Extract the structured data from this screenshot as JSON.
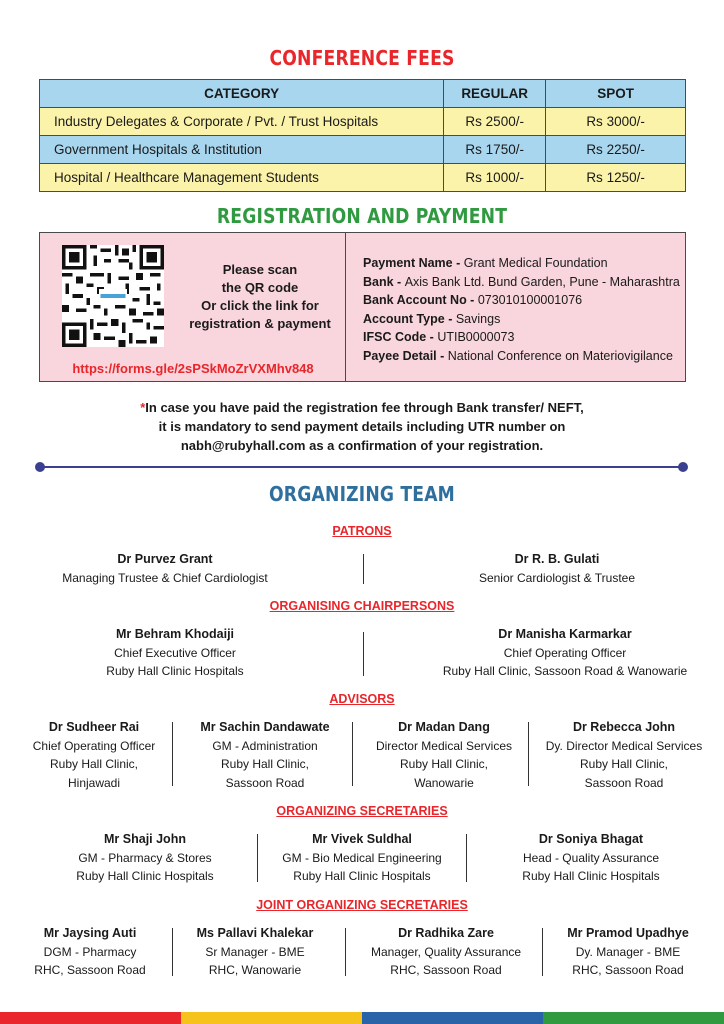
{
  "fees": {
    "title": "CONFERENCE FEES",
    "headers": [
      "CATEGORY",
      "REGULAR",
      "SPOT"
    ],
    "rows": [
      {
        "category": "Industry Delegates & Corporate / Pvt. / Trust Hospitals",
        "regular": "Rs 2500/-",
        "spot": "Rs 3000/-"
      },
      {
        "category": "Government Hospitals & Institution",
        "regular": "Rs 1750/-",
        "spot": "Rs 2250/-"
      },
      {
        "category": "Hospital / Healthcare Management Students",
        "regular": "Rs 1000/-",
        "spot": "Rs 1250/-"
      }
    ]
  },
  "registration": {
    "title": "REGISTRATION AND PAYMENT",
    "scan_lines": [
      "Please scan",
      "the QR code",
      "Or click the link for",
      "registration & payment"
    ],
    "link": "https://forms.gle/2sPSkMoZrVXMhv848",
    "payment": [
      {
        "label": "Payment Name - ",
        "value": "Grant Medical Foundation"
      },
      {
        "label": "Bank - ",
        "value": "Axis Bank Ltd. Bund Garden, Pune - Maharashtra"
      },
      {
        "label": "Bank Account No - ",
        "value": "073010100001076"
      },
      {
        "label": "Account Type - ",
        "value": "Savings"
      },
      {
        "label": "IFSC Code - ",
        "value": "UTIB0000073"
      },
      {
        "label": "Payee Detail - ",
        "value": "National Conference on Materiovigilance"
      }
    ],
    "notice_star": "*",
    "notice_lines": [
      "In case you have paid the registration fee through Bank transfer/ NEFT,",
      "it is mandatory to send payment details including UTR number on",
      "nabh@rubyhall.com as a confirmation of your registration."
    ]
  },
  "team": {
    "title": "ORGANIZING TEAM",
    "patrons": {
      "title": "PATRONS",
      "people": [
        {
          "name": "Dr Purvez Grant",
          "lines": [
            "Managing Trustee & Chief Cardiologist"
          ]
        },
        {
          "name": "Dr R. B. Gulati",
          "lines": [
            "Senior Cardiologist & Trustee"
          ]
        }
      ]
    },
    "chairpersons": {
      "title": "ORGANISING CHAIRPERSONS",
      "people": [
        {
          "name": "Mr Behram Khodaiji",
          "lines": [
            "Chief Executive Officer",
            "Ruby Hall Clinic Hospitals"
          ]
        },
        {
          "name": "Dr Manisha Karmarkar",
          "lines": [
            "Chief Operating Officer",
            "Ruby Hall Clinic, Sassoon Road & Wanowarie"
          ]
        }
      ]
    },
    "advisors": {
      "title": "ADVISORS",
      "people": [
        {
          "name": "Dr Sudheer Rai",
          "lines": [
            "Chief Operating Officer",
            "Ruby Hall Clinic,",
            "Hinjawadi"
          ]
        },
        {
          "name": "Mr Sachin Dandawate",
          "lines": [
            "GM - Administration",
            "Ruby Hall Clinic,",
            "Sassoon Road"
          ]
        },
        {
          "name": "Dr Madan Dang",
          "lines": [
            "Director Medical Services",
            "Ruby Hall Clinic,",
            "Wanowarie"
          ]
        },
        {
          "name": "Dr Rebecca John",
          "lines": [
            "Dy. Director Medical Services",
            "Ruby Hall Clinic,",
            "Sassoon Road"
          ]
        }
      ]
    },
    "secretaries": {
      "title": "ORGANIZING SECRETARIES",
      "people": [
        {
          "name": "Mr Shaji John",
          "lines": [
            "GM - Pharmacy & Stores",
            "Ruby Hall Clinic Hospitals"
          ]
        },
        {
          "name": "Mr Vivek Suldhal",
          "lines": [
            "GM - Bio Medical Engineering",
            "Ruby Hall Clinic Hospitals"
          ]
        },
        {
          "name": "Dr Soniya Bhagat",
          "lines": [
            "Head - Quality Assurance",
            "Ruby Hall Clinic Hospitals"
          ]
        }
      ]
    },
    "joint": {
      "title": "JOINT ORGANIZING SECRETARIES",
      "people": [
        {
          "name": "Mr Jaysing Auti",
          "lines": [
            "DGM - Pharmacy",
            "RHC, Sassoon Road"
          ]
        },
        {
          "name": "Ms Pallavi Khalekar",
          "lines": [
            "Sr Manager - BME",
            "RHC, Wanowarie"
          ]
        },
        {
          "name": "Dr Radhika Zare",
          "lines": [
            "Manager, Quality Assurance",
            "RHC, Sassoon Road"
          ]
        },
        {
          "name": "Mr Pramod Upadhye",
          "lines": [
            "Dy. Manager - BME",
            "RHC, Sassoon Road"
          ]
        }
      ]
    }
  },
  "colors": {
    "red": "#e8262b",
    "green": "#2f9a3f",
    "blue_heading": "#2f6f9d",
    "row_blue": "#a8d6ef",
    "row_yellow": "#fbf3a9",
    "pink_box": "#f9d6dd",
    "divider": "#3b3f8f",
    "bar": [
      "#e8262b",
      "#f6c21c",
      "#2a64a8",
      "#2f9a3f"
    ]
  },
  "icons": [
    "qr-code-icon"
  ]
}
